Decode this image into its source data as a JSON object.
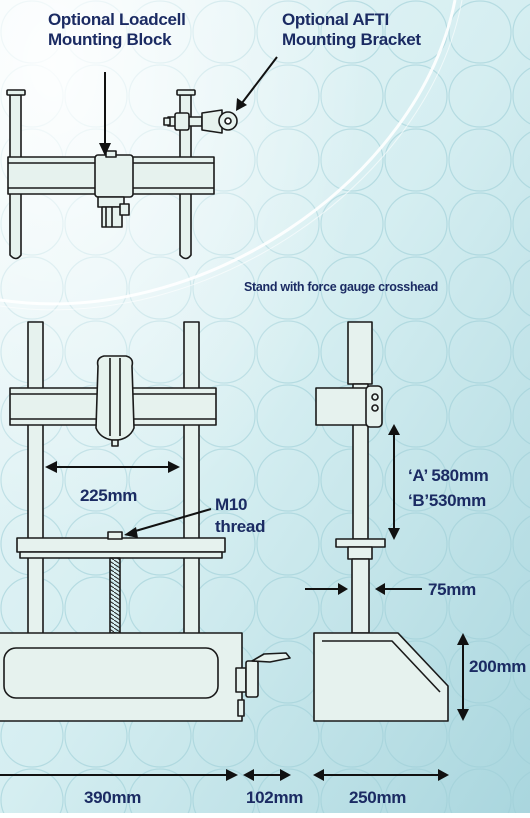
{
  "labels": {
    "loadcell_line1": "Optional Loadcell",
    "loadcell_line2": "Mounting Block",
    "afti_line1": "Optional AFTI",
    "afti_line2": "Mounting Bracket",
    "stand_caption": "Stand with force gauge crosshead",
    "dim_225": "225mm",
    "m10_line1": "M10",
    "m10_line2": "thread",
    "dim_a": "‘A’ 580mm",
    "dim_b": "‘B’530mm",
    "dim_75": "75mm",
    "dim_200": "200mm",
    "dim_390": "390mm",
    "dim_102": "102mm",
    "dim_250": "250mm"
  },
  "colors": {
    "background_light": "#eaf6f8",
    "background_dark": "#a8d6dd",
    "part_fill": "#e6f2ee",
    "outline": "#1a1a1a",
    "label_text": "#1b2b63"
  }
}
